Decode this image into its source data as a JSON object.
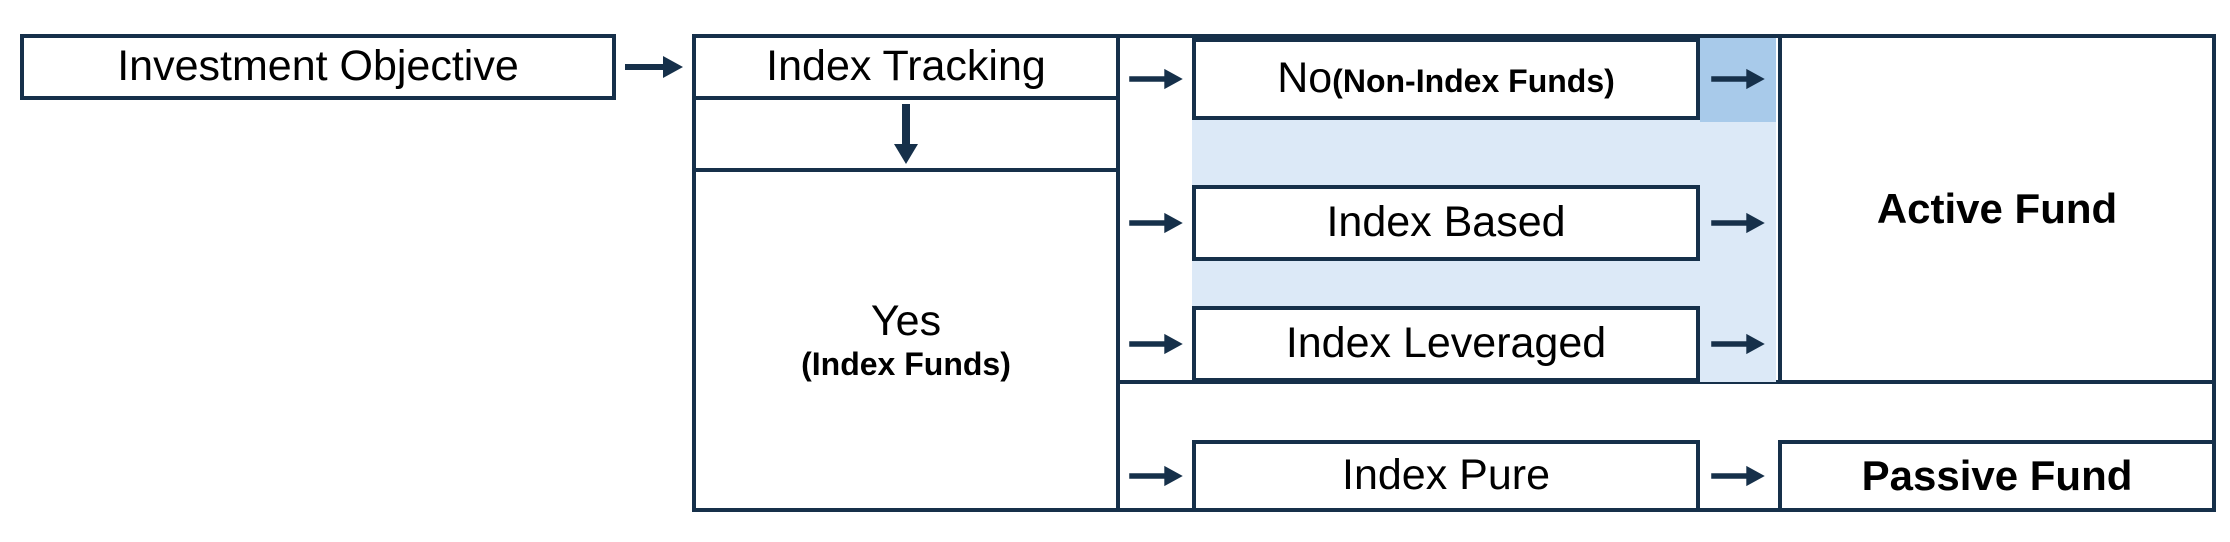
{
  "diagram": {
    "title": "Investment Objective fund classification flowchart",
    "colors": {
      "line": "#16304a",
      "text": "#000000",
      "fill_light_blue": "#dce9f7",
      "fill_mid_blue": "#a8caea",
      "background": "#ffffff"
    },
    "nodes": {
      "root": {
        "label": "Investment Objective"
      },
      "index_tracking": {
        "label": "Index Tracking"
      },
      "yes": {
        "label": "Yes",
        "sublabel": "(Index Funds)"
      },
      "no": {
        "label": "No ",
        "sublabel": "(Non-Index Funds)"
      },
      "index_based": {
        "label": "Index Based"
      },
      "index_leveraged": {
        "label": "Index Leveraged"
      },
      "index_pure": {
        "label": "Index Pure"
      },
      "active_fund": {
        "label": "Active Fund"
      },
      "passive_fund": {
        "label": "Passive Fund"
      }
    },
    "edges": [
      {
        "id": "e1",
        "from": "root",
        "to": "index_tracking",
        "direction": "right"
      },
      {
        "id": "e2",
        "from": "index_tracking",
        "to": "yes",
        "direction": "down"
      },
      {
        "id": "e3",
        "from": "index_tracking",
        "to": "no",
        "direction": "right"
      },
      {
        "id": "e4",
        "from": "no",
        "to": "active_fund",
        "direction": "right"
      },
      {
        "id": "e5",
        "from": "yes",
        "to": "index_based",
        "direction": "right"
      },
      {
        "id": "e6",
        "from": "index_based",
        "to": "active_fund",
        "direction": "right"
      },
      {
        "id": "e7",
        "from": "yes",
        "to": "index_leveraged",
        "direction": "right"
      },
      {
        "id": "e8",
        "from": "index_leveraged",
        "to": "active_fund",
        "direction": "right"
      },
      {
        "id": "e9",
        "from": "yes",
        "to": "index_pure",
        "direction": "right"
      },
      {
        "id": "e10",
        "from": "index_pure",
        "to": "passive_fund",
        "direction": "right"
      }
    ],
    "icons": {
      "arrow_right": "arrow-right-icon",
      "arrow_down": "arrow-down-icon"
    }
  }
}
